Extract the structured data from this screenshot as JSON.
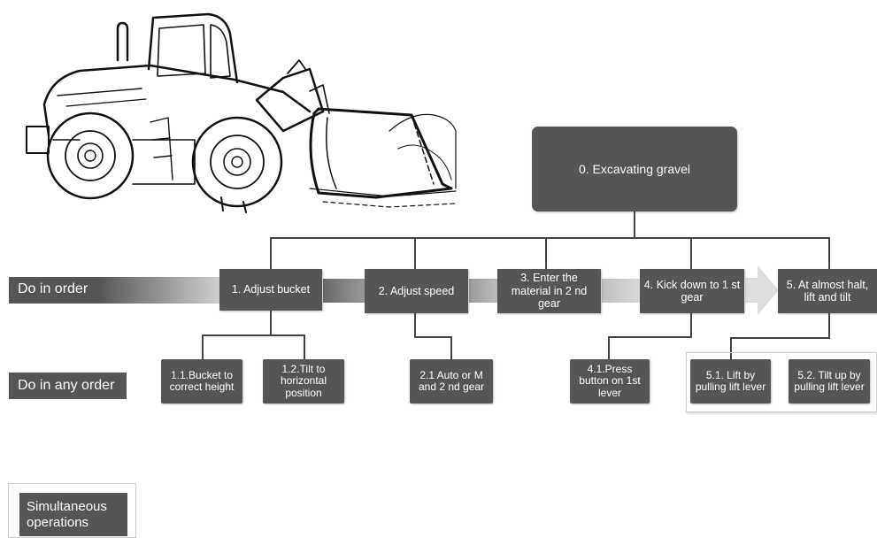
{
  "root": {
    "label": "0. Excavating gravel"
  },
  "legend": {
    "order": "Do in order",
    "any_order": "Do in any order",
    "simultaneous": "Simultaneous operations"
  },
  "steps": [
    {
      "label": "1. Adjust bucket"
    },
    {
      "label": "2. Adjust speed"
    },
    {
      "label": "3. Enter the material in 2 nd gear"
    },
    {
      "label": "4. Kick down to 1 st gear"
    },
    {
      "label": "5. At almost halt, lift and tilt"
    }
  ],
  "substeps": [
    {
      "label": "1.1.Bucket to correct height"
    },
    {
      "label": "1.2.Tilt to horizontal position"
    },
    {
      "label": "2.1 Auto or M and 2 nd gear"
    },
    {
      "label": "4.1.Press button on 1st lever"
    },
    {
      "label": "5.1. Lift by pulling lift lever"
    },
    {
      "label": "5.2. Tilt up by pulling lift lever"
    }
  ],
  "colors": {
    "box": "#555555",
    "line": "#444444",
    "arrow_light": "#dddddd"
  },
  "illustration": {
    "icon": "wheel-loader-icon"
  }
}
